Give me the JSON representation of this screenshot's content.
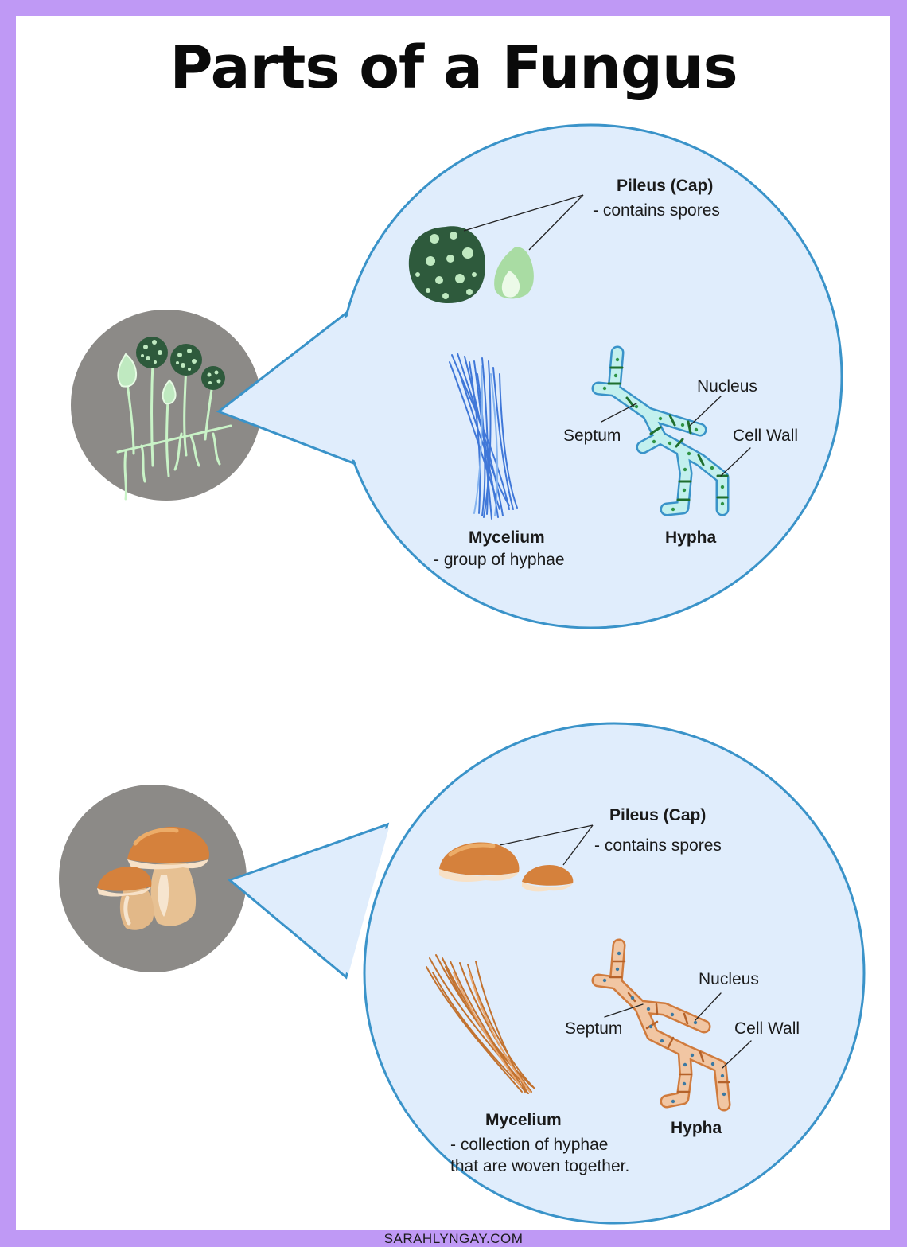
{
  "title": "Parts of a Fungus",
  "footer": "SARAHLYNGAY.COM",
  "colors": {
    "frame": "#bf99f5",
    "bubble_fill": "#e0edfc",
    "bubble_stroke": "#3a93c9",
    "specimen_circle": "#8c8a87",
    "mold_spore_dark": "#2e5a3c",
    "mold_spore_light": "#bfe9c0",
    "mold_hypha": "#c2f0ee",
    "mushroom_cap": "#d5813c",
    "mushroom_hypha": "#f1c6a3"
  },
  "panels": [
    {
      "specimen": "mold",
      "pileus_title": "Pileus (Cap)",
      "pileus_desc": "- contains spores",
      "nucleus": "Nucleus",
      "septum": "Septum",
      "cell_wall": "Cell Wall",
      "mycelium_title": "Mycelium",
      "mycelium_desc_1": "- group of hyphae",
      "mycelium_desc_2": "",
      "hypha_title": "Hypha"
    },
    {
      "specimen": "mushroom",
      "pileus_title": "Pileus (Cap)",
      "pileus_desc": "- contains spores",
      "nucleus": "Nucleus",
      "septum": "Septum",
      "cell_wall": "Cell Wall",
      "mycelium_title": "Mycelium",
      "mycelium_desc_1": "- collection of hyphae",
      "mycelium_desc_2": "that are woven together.",
      "hypha_title": "Hypha"
    }
  ]
}
